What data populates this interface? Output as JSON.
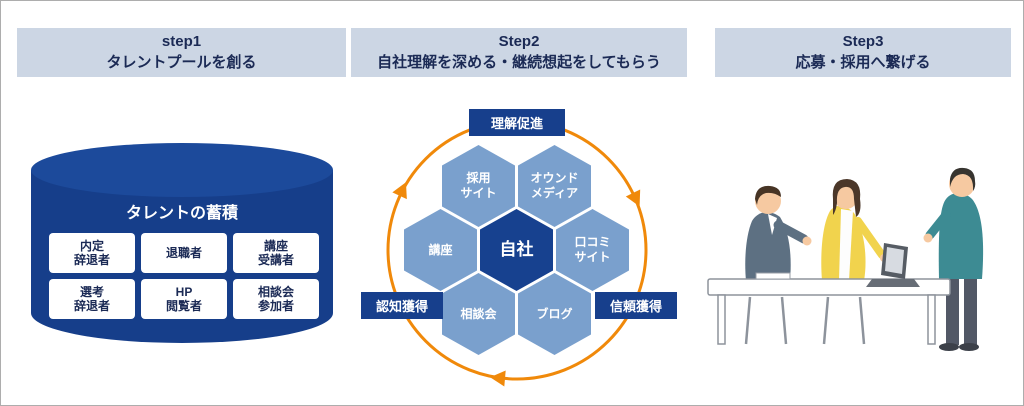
{
  "colors": {
    "header_bg": "#ccd6e4",
    "navy": "#173f8c",
    "cylinder_blue": "#163e8a",
    "hex_blue": "#7aa0cd",
    "accent_orange": "#f0890a",
    "text_navy": "#1b2a55"
  },
  "steps": {
    "step1": {
      "title": "step1",
      "subtitle": "タレントプールを創る"
    },
    "step2": {
      "title": "Step2",
      "subtitle": "自社理解を深める・継続想起をしてもらう"
    },
    "step3": {
      "title": "Step3",
      "subtitle": "応募・採用へ繋げる"
    }
  },
  "talent_pool": {
    "title": "タレントの蓄積",
    "items": [
      "内定\n辞退者",
      "退職者",
      "講座\n受講者",
      "選考\n辞退者",
      "HP\n閲覧者",
      "相談会\n参加者"
    ]
  },
  "cycle": {
    "center": "自社",
    "hexagons": [
      "採用\nサイト",
      "オウンド\nメディア",
      "講座",
      "口コミ\nサイト",
      "相談会",
      "ブログ"
    ],
    "labels": {
      "top": "理解促進",
      "left": "認知獲得",
      "right": "信頼獲得"
    }
  }
}
